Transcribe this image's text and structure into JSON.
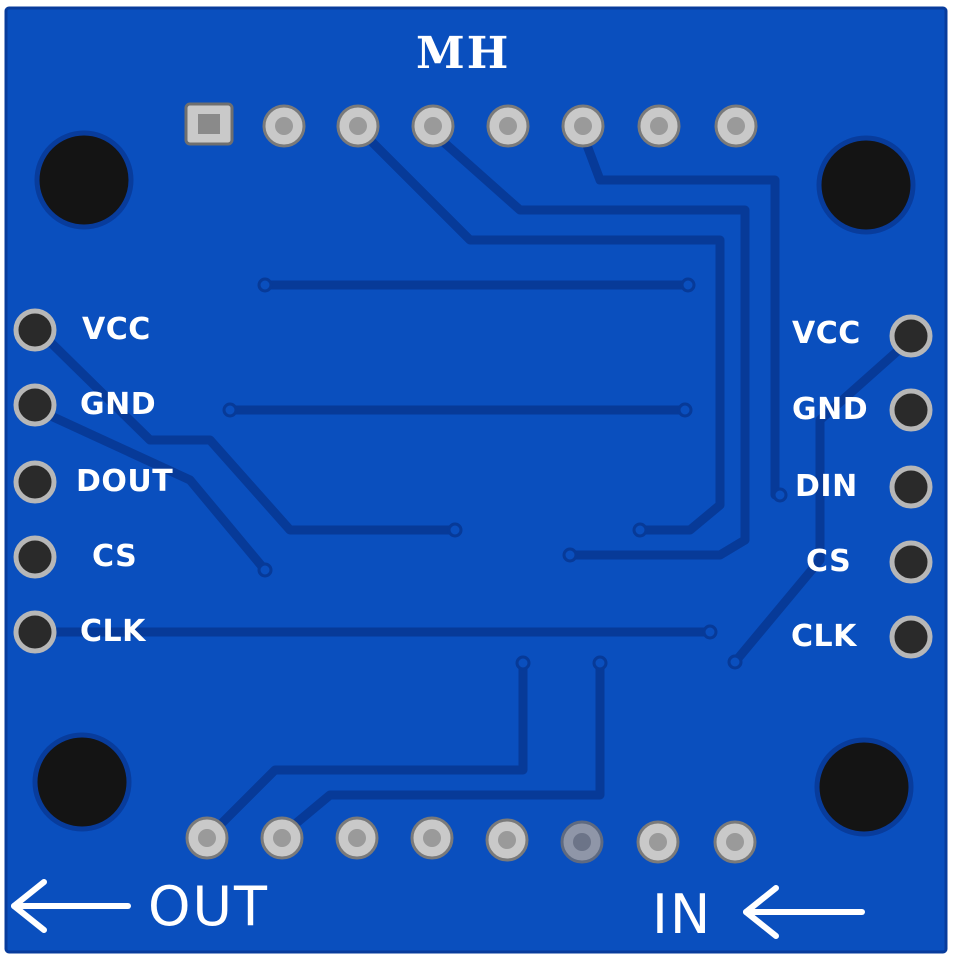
{
  "board": {
    "logo": "MH",
    "colors": {
      "substrate": "#0a4fbe",
      "trace": "#073a98",
      "silkscreen": "#ffffff",
      "pad_tin": "#c9c9c9",
      "hole": "#141414"
    },
    "left_header": {
      "pins": [
        "VCC",
        "GND",
        "DOUT",
        "CS",
        "CLK"
      ]
    },
    "right_header": {
      "pins": [
        "VCC",
        "GND",
        "DIN",
        "CS",
        "CLK"
      ]
    },
    "top_header_pin_count": 8,
    "bottom_header_pin_count": 8,
    "mounting_hole_count": 4,
    "out_label": "OUT",
    "in_label": "IN"
  }
}
